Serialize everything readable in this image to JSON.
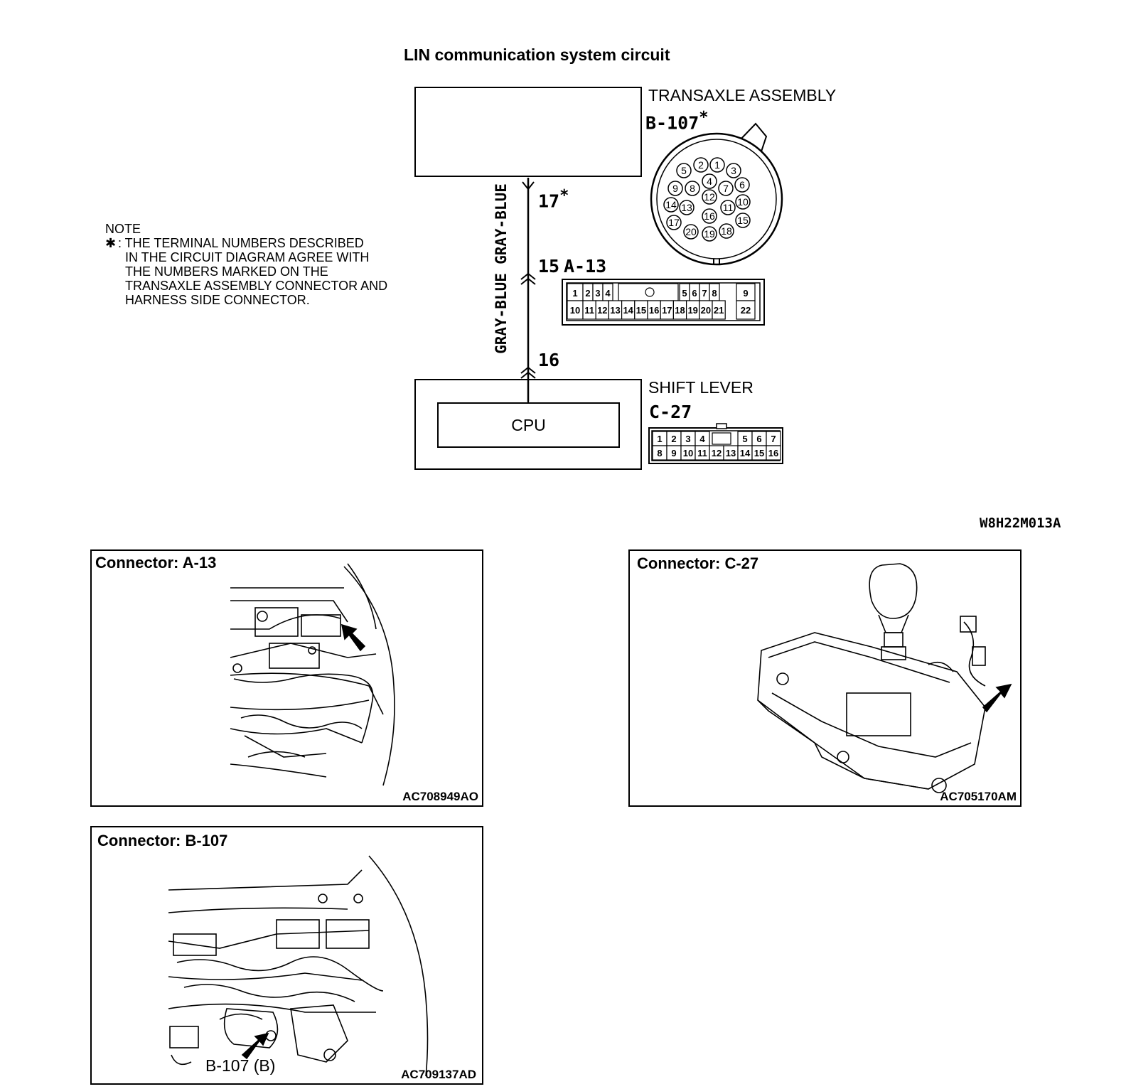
{
  "title": "LIN communication system circuit",
  "note": {
    "heading": "NOTE",
    "marker": "✱",
    "lines": [
      ": THE TERMINAL NUMBERS DESCRIBED",
      "IN THE CIRCUIT DIAGRAM AGREE WITH",
      "THE NUMBERS MARKED ON THE",
      "TRANSAXLE ASSEMBLY CONNECTOR AND",
      "HARNESS SIDE CONNECTOR."
    ]
  },
  "circuit": {
    "transaxle_label": "TRANSAXLE ASSEMBLY",
    "b107_label": "B-107",
    "star": "*",
    "shift_lever_label": "SHIFT LEVER",
    "c27_label": "C-27",
    "cpu_label": "CPU",
    "terminal_17": "17",
    "terminal_15": "15",
    "a13_label": "A-13",
    "terminal_16": "16",
    "wire_color_upper": "GRAY-BLUE",
    "wire_color_lower": "GRAY-BLUE",
    "drawing_code": "W8H22M013A"
  },
  "connector_b107_pins": [
    "1",
    "2",
    "3",
    "4",
    "5",
    "6",
    "7",
    "8",
    "9",
    "10",
    "11",
    "12",
    "13",
    "14",
    "15",
    "16",
    "17",
    "18",
    "19",
    "20"
  ],
  "connector_a13": {
    "top_row": [
      "1",
      "2",
      "3",
      "4",
      "5",
      "6",
      "7",
      "8",
      "9"
    ],
    "bottom_row": [
      "10",
      "11",
      "12",
      "13",
      "14",
      "15",
      "16",
      "17",
      "18",
      "19",
      "20",
      "21",
      "22"
    ]
  },
  "connector_c27": {
    "top_row": [
      "1",
      "2",
      "3",
      "4",
      "5",
      "6",
      "7"
    ],
    "bottom_row": [
      "8",
      "9",
      "10",
      "11",
      "12",
      "13",
      "14",
      "15",
      "16"
    ]
  },
  "panels": {
    "a13": {
      "title": "Connector: A-13",
      "code": "AC708949AO"
    },
    "c27": {
      "title": "Connector: C-27",
      "code": "AC705170AM"
    },
    "b107": {
      "title": "Connector: B-107",
      "code": "AC709137AD",
      "callout": "B-107 (B)"
    }
  }
}
